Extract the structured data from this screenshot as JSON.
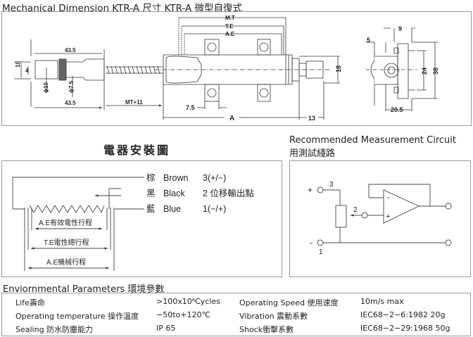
{
  "title": "Mechanical Dimension KTR-A  尺寸 KTR-A 微型自復式",
  "mechanical": {
    "labels": {
      "mt": "M.T",
      "te": "T.E",
      "ae": "A.E",
      "d10": "10",
      "d4": "4",
      "phi10": "ϕ10",
      "phi75": "ϕ7.5",
      "top435": "43.5",
      "bot435": "43.5",
      "mt11": "MT+11",
      "d75": "7.5",
      "a": "A",
      "d13": "13",
      "d18": "18",
      "d5": "5",
      "d9": "9",
      "d24": "24",
      "d38": "38",
      "d205": "20.5"
    }
  },
  "wiring": {
    "title": "電器安裝圖",
    "wires": [
      {
        "color_cn": "棕",
        "color_en": "Brown",
        "pin": "3(+/−)"
      },
      {
        "color_cn": "黑",
        "color_en": "Black",
        "pin": "2 位移輸出點"
      },
      {
        "color_cn": "藍",
        "color_en": "Blue",
        "pin": "1(−/+)"
      }
    ],
    "strokes": [
      "A.E有效電性行程",
      "T.E電性總行程",
      "A.E機械行程"
    ]
  },
  "circuit": {
    "title_en": "Recommended Measurement Circuit",
    "title_cn": "用測試綫路",
    "plus": "+",
    "minus": "-",
    "pin1": "1",
    "pin2": "2",
    "pin3": "3",
    "opamp_minus": "−",
    "opamp_plus": "+"
  },
  "environment": {
    "title": "Enviornmental Parameters   環境參數",
    "rows": [
      [
        "Life壽命",
        ">100x10⁶Cycles",
        "Operating Speed 使用速度",
        "10m/s  max"
      ],
      [
        "Operating temperature 操作溫度",
        "−50to+120℃",
        "Vibration 震動系數",
        "IEC68−2−6:1982 20g"
      ],
      [
        "Sealing 防水防塵能力",
        "IP 65",
        "Shock衝擊系數",
        "IEC68−2−29:1968 50g"
      ]
    ]
  }
}
